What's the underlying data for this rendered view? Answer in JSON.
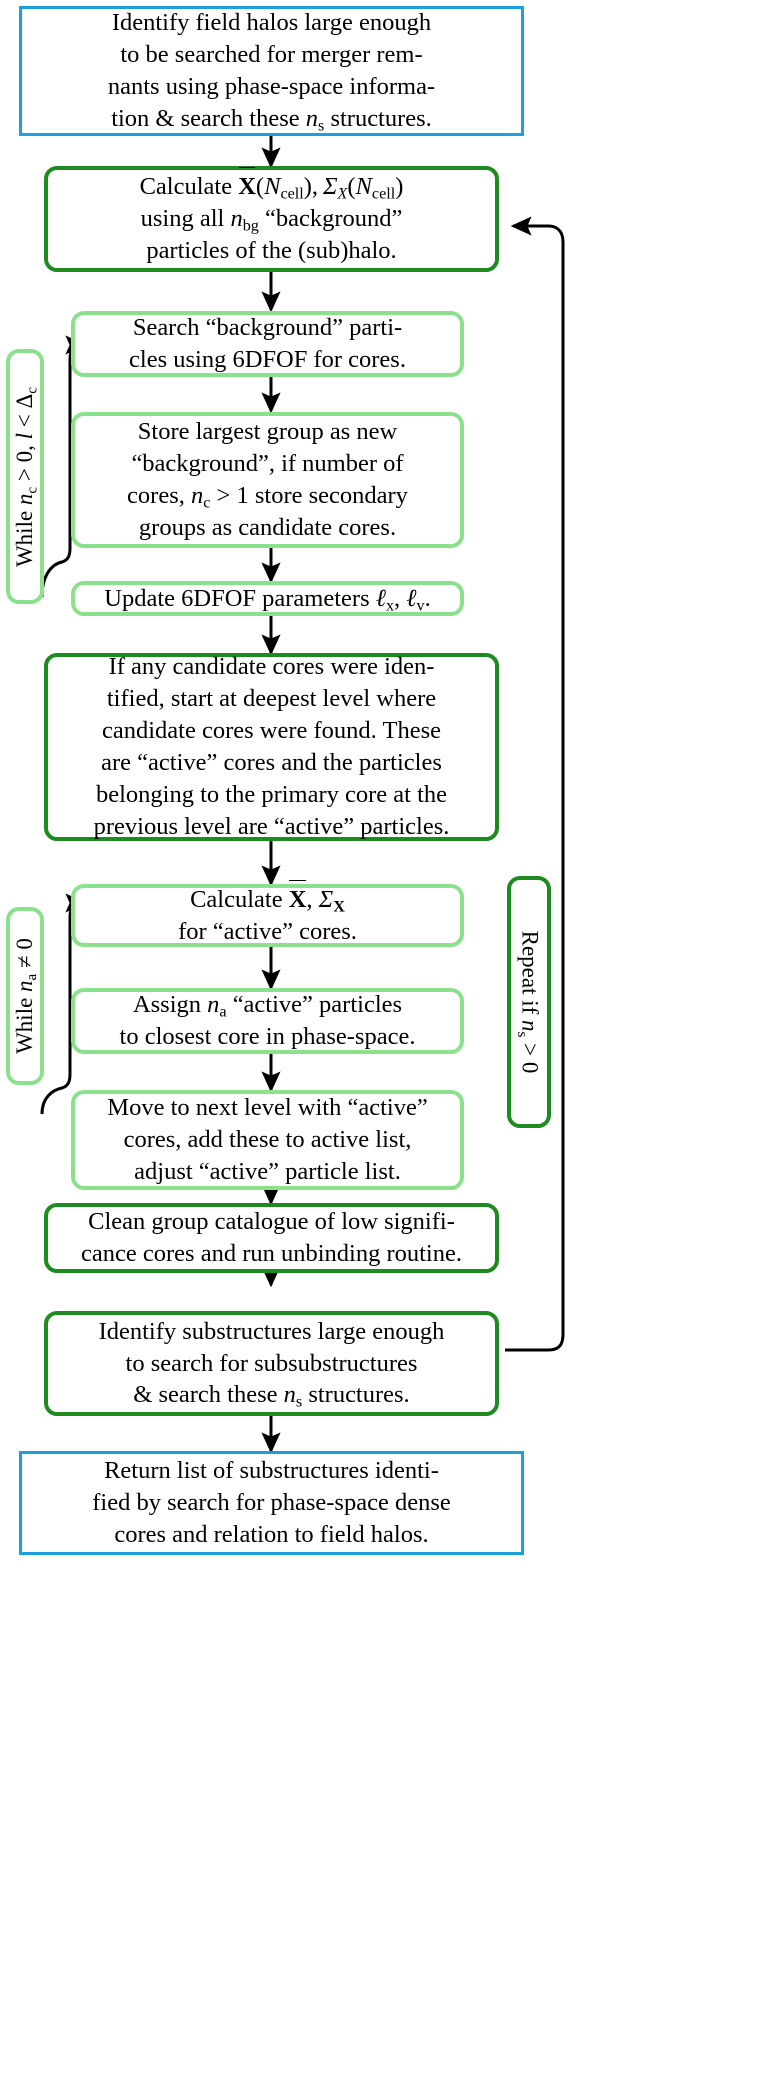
{
  "diagram": {
    "title": "Phase-space halo / substructure search algorithm flowchart",
    "colors": {
      "terminal_blue": "#1B9FE0",
      "primary_dark_green": "#1E8B20",
      "secondary_light_green": "#8BE08B",
      "arrow_black": "#000000",
      "background": "#FFFFFF"
    },
    "nodes": [
      {
        "id": "identify-field-halos",
        "kind": "terminal",
        "style": "blue-square",
        "lines": [
          "Identify field halos large enough",
          "to be searched for merger rem-",
          "nants using phase-space informa-",
          "tion & search these n_s structures."
        ],
        "plain_text": "Identify field halos large enough to be searched for merger remnants using phase-space information & search these n_s structures."
      },
      {
        "id": "calculate-background",
        "kind": "process",
        "style": "dark-green-rounded",
        "lines": [
          "Calculate X̄(N_cell), Σ_X(N_cell)",
          "using all n_bg “background”",
          "particles of the (sub)halo."
        ],
        "plain_text": "Calculate X̄(N_cell), Σ_X(N_cell) using all n_bg “background” particles of the (sub)halo."
      },
      {
        "id": "search-background-6dfof",
        "kind": "process",
        "style": "light-green-rounded",
        "lines": [
          "Search “background” parti-",
          "cles using 6DFOF for cores."
        ],
        "plain_text": "Search “background” particles using 6DFOF for cores."
      },
      {
        "id": "store-largest-group",
        "kind": "process",
        "style": "light-green-rounded",
        "lines": [
          "Store largest group as new",
          "“background”, if number of",
          "cores, n_c > 1 store secondary",
          "groups as candidate cores."
        ],
        "plain_text": "Store largest group as new “background”, if number of cores, n_c > 1 store secondary groups as candidate cores."
      },
      {
        "id": "update-6dfof-parameters",
        "kind": "process",
        "style": "light-green-rounded",
        "lines": [
          "Update 6DFOF parameters ℓ_x, ℓ_v."
        ],
        "plain_text": "Update 6DFOF parameters ℓ_x, ℓ_v."
      },
      {
        "id": "candidate-cores-active",
        "kind": "process",
        "style": "dark-green-rounded",
        "lines": [
          "If any candidate cores were iden-",
          "tified, start at deepest level where",
          "candidate cores were found. These",
          "are “active” cores and the particles",
          "belonging to the primary core at the",
          "previous level are “active” particles."
        ],
        "plain_text": "If any candidate cores were identified, start at deepest level where candidate cores were found. These are “active” cores and the particles belonging to the primary core at the previous level are “active” particles."
      },
      {
        "id": "calculate-active-cores",
        "kind": "process",
        "style": "light-green-rounded",
        "lines": [
          "Calculate X̄, Σ_X",
          "for “active” cores."
        ],
        "plain_text": "Calculate X̄, Σ_X for “active” cores."
      },
      {
        "id": "assign-active-particles",
        "kind": "process",
        "style": "light-green-rounded",
        "lines": [
          "Assign n_a “active” particles",
          "to closest core in phase-space."
        ],
        "plain_text": "Assign n_a “active” particles to closest core in phase-space."
      },
      {
        "id": "move-next-level",
        "kind": "process",
        "style": "light-green-rounded",
        "lines": [
          "Move to next level with “active”",
          "cores, add these to active list,",
          "adjust “active” particle list."
        ],
        "plain_text": "Move to next level with “active” cores, add these to active list, adjust “active” particle list."
      },
      {
        "id": "clean-group-catalogue",
        "kind": "process",
        "style": "dark-green-rounded",
        "lines": [
          "Clean group catalogue of low signifi-",
          "cance cores and run unbinding routine."
        ],
        "plain_text": "Clean group catalogue of low significance cores and run unbinding routine."
      },
      {
        "id": "identify-substructures",
        "kind": "process",
        "style": "dark-green-rounded",
        "lines": [
          "Identify substructures large enough",
          "to search for subsubstructures",
          "& search these n_s structures."
        ],
        "plain_text": "Identify substructures large enough to search for subsubstructures & search these n_s structures."
      },
      {
        "id": "return-list",
        "kind": "terminal",
        "style": "blue-square",
        "lines": [
          "Return list of substructures identi-",
          "fied by search for phase-space dense",
          "cores and relation to field halos."
        ],
        "plain_text": "Return list of substructures identified by search for phase-space dense cores and relation to field halos."
      }
    ],
    "loop_labels": [
      {
        "id": "while-nc-loop",
        "style": "light-green-rounded",
        "orientation": "vertical-ccw",
        "plain_text": "While n_c > 0, l < Δ_c"
      },
      {
        "id": "while-na-loop",
        "style": "light-green-rounded",
        "orientation": "vertical-ccw",
        "plain_text": "While n_a ≠ 0"
      },
      {
        "id": "repeat-if-ns-loop",
        "style": "dark-green-rounded",
        "orientation": "vertical-cw",
        "plain_text": "Repeat if n_s > 0"
      }
    ]
  }
}
